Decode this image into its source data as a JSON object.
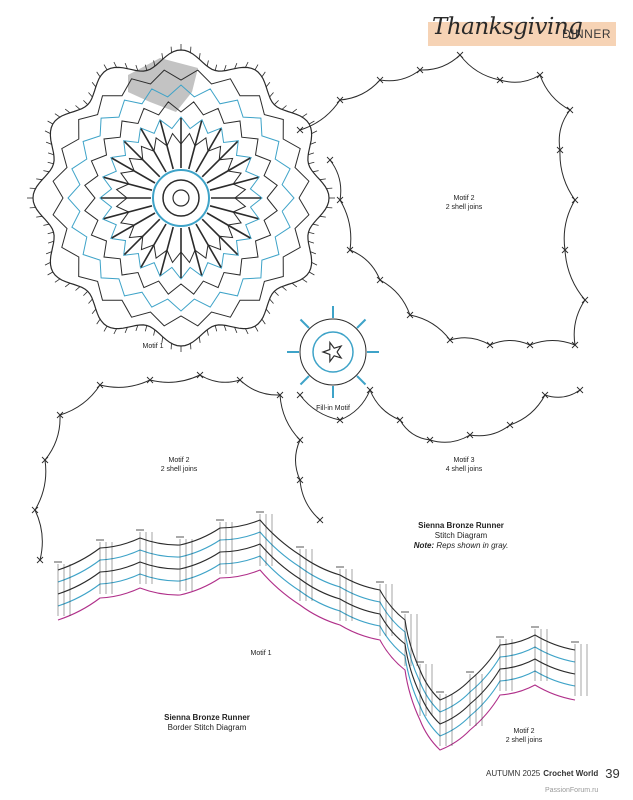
{
  "header": {
    "script_title": "Thanksgiving",
    "section": "DINNER"
  },
  "motif_labels": {
    "motif1_top": "Motif 1",
    "fill_in": "Fill-in Motif",
    "motif2_right_title": "Motif 2",
    "motif2_right_sub": "2 shell joins",
    "motif2_left_title": "Motif 2",
    "motif2_left_sub": "2 shell joins",
    "motif3_title": "Motif 3",
    "motif3_sub": "4 shell joins",
    "border_motif1": "Motif 1",
    "border_motif2_title": "Motif 2",
    "border_motif2_sub": "2 shell joins"
  },
  "captions": {
    "stitch_title": "Sienna Bronze Runner",
    "stitch_sub": "Stitch Diagram",
    "stitch_note_label": "Note:",
    "stitch_note_text": "Reps shown in gray.",
    "border_title": "Sienna Bronze Runner",
    "border_sub": "Border Stitch Diagram"
  },
  "footer": {
    "issue": "AUTUMN 2025",
    "magazine": "Crochet World",
    "page_number": "39"
  },
  "watermark": "PassionForum.ru",
  "colors": {
    "ink": "#2b2b2b",
    "blue": "#3ea3c8",
    "magenta": "#b0308a",
    "gray_rep": "#b8b8b8",
    "header_band": "#f6d3b5"
  }
}
